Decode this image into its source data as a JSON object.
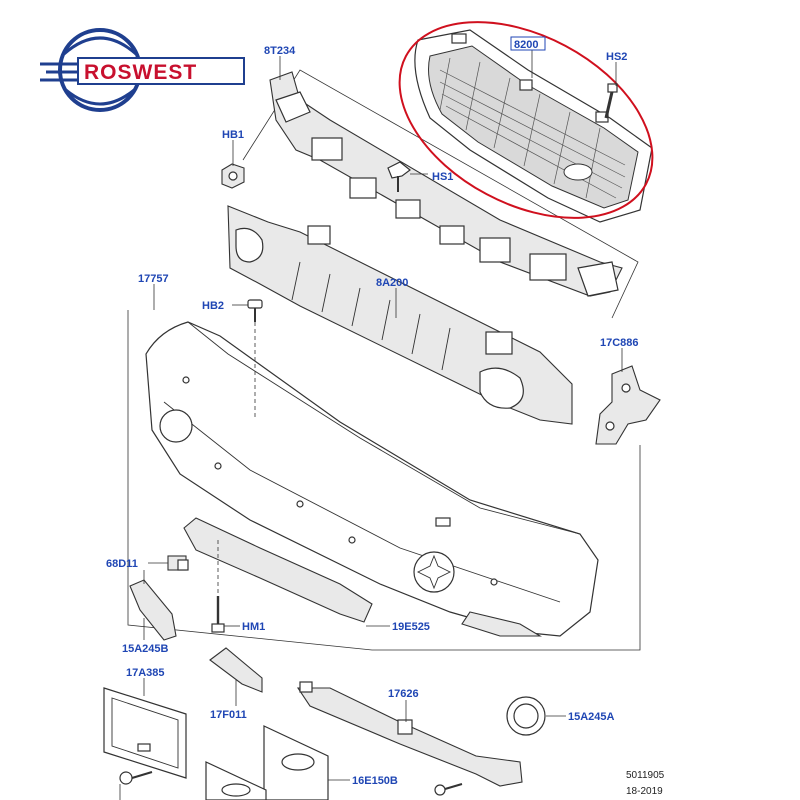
{
  "logo": {
    "text": "ROSWEST",
    "brand_color": "#c8102e",
    "ring_color": "#1f3f8f"
  },
  "highlight_color": "#d0101e",
  "label_color": "#1f46b4",
  "labels": {
    "p8200": "8200",
    "hs2": "HS2",
    "p8t234": "8T234",
    "hb1": "HB1",
    "hs1": "HS1",
    "p17757": "17757",
    "p8a200": "8A200",
    "hb2": "HB2",
    "p17c886": "17C886",
    "p68d11": "68D11",
    "hm1": "HM1",
    "p19e525": "19E525",
    "p15a245b": "15A245B",
    "p17a385": "17A385",
    "p17f011": "17F011",
    "p17626": "17626",
    "p15a245a": "15A245A",
    "p16e150b": "16E150B"
  },
  "reference": {
    "number": "5011905",
    "code": "18-2019"
  }
}
